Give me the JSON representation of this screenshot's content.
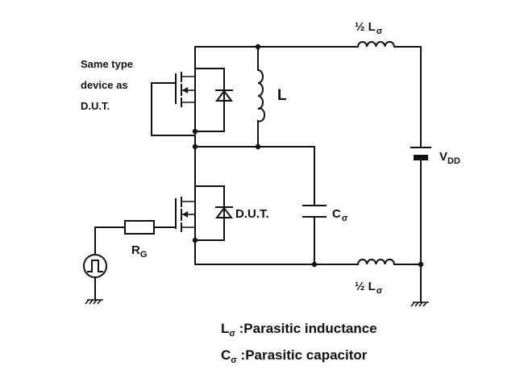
{
  "labels": {
    "same_type_line1": "Same type",
    "same_type_line2": "device as",
    "same_type_line3": "D.U.T.",
    "inductor_L": "L",
    "vdd_main": "V",
    "vdd_sub": "DD",
    "half_top": "½ L",
    "half_top_sub": "σ",
    "half_bottom": "½ L",
    "half_bottom_sub": "σ",
    "dut": "D.U.T.",
    "cap_main": "C",
    "cap_sub": "σ",
    "rg_main": "R",
    "rg_sub": "G"
  },
  "legend": {
    "line1_symbol": "L",
    "line1_sub": "σ",
    "line1_text": " :Parasitic inductance",
    "line2_symbol": "C",
    "line2_sub": "σ",
    "line2_text": " :Parasitic capacitor"
  }
}
